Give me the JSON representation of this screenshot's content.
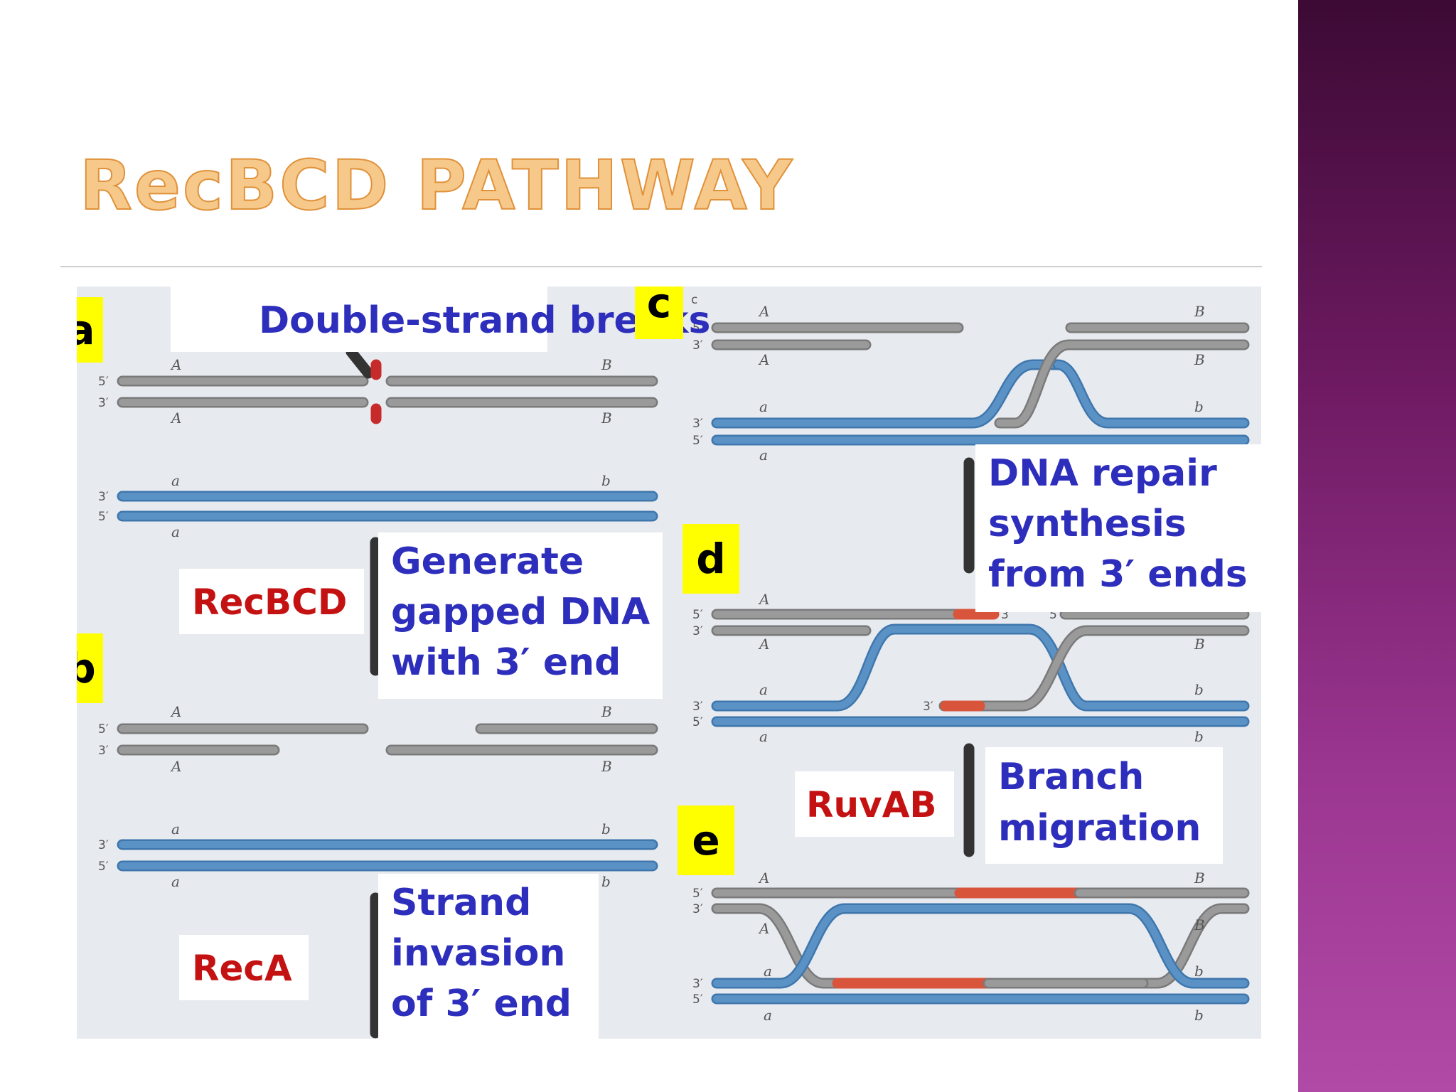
{
  "slide": {
    "title": "RecBCD PATHWAY",
    "colors": {
      "sidebar": "#7a1f6e",
      "title": "#f6c98a",
      "caption_blue": "#2e2ebc",
      "enzyme_red": "#c41212",
      "label_yellow": "#ffff00"
    }
  },
  "figure": {
    "panel_labels": {
      "a": "a",
      "b": "b",
      "c": "c",
      "d": "d",
      "e": "e"
    },
    "captions": {
      "double_strand": "Double-strand breaks",
      "gapped": [
        "Generate",
        "gapped DNA",
        "with 3′ end"
      ],
      "invasion": [
        "Strand",
        "invasion",
        "of 3′ end"
      ],
      "repair": [
        "DNA repair",
        "synthesis",
        "from 3′ ends"
      ],
      "branch": [
        "Branch",
        "migration"
      ]
    },
    "enzymes": {
      "recbcd": "RecBCD",
      "reca": "RecA",
      "ruvab": "RuvAB"
    },
    "strand_labels": {
      "five": "5′",
      "three": "3′"
    },
    "gene_labels": {
      "A": "A",
      "B": "B",
      "a": "a",
      "b": "b",
      "c_small": "c"
    }
  }
}
